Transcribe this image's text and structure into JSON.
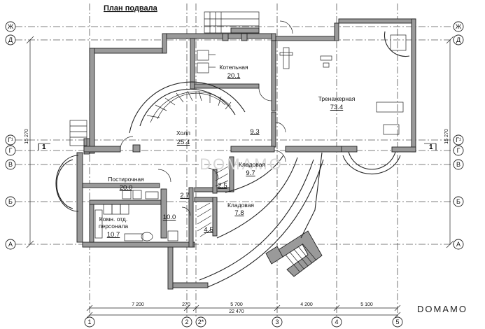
{
  "title": "План подвала",
  "watermark": "DOMAMO",
  "axes_horizontal": [
    {
      "label": "Ж"
    },
    {
      "label": "Д"
    },
    {
      "label": "Г¹"
    },
    {
      "label": "Г"
    },
    {
      "label": "В"
    },
    {
      "label": "Б"
    },
    {
      "label": "А"
    }
  ],
  "axes_vertical": [
    {
      "label": "1"
    },
    {
      "label": "2"
    },
    {
      "label": "2*"
    },
    {
      "label": "3"
    },
    {
      "label": "4"
    },
    {
      "label": "5"
    }
  ],
  "section_mark": "1",
  "side_dimension": "15 270",
  "bottom_dimensions": [
    "7 200",
    "270",
    "5 700",
    "4 200",
    "5 100"
  ],
  "total_dimension": "22 470",
  "rooms": [
    {
      "name": "Котельная",
      "area": "20.1"
    },
    {
      "name": "Тренажерная",
      "area": "73.4"
    },
    {
      "name": "Холл",
      "area": "25.4"
    },
    {
      "name": "",
      "area": "9.3"
    },
    {
      "name": "Кладовая",
      "area": "9.7"
    },
    {
      "name": "Постирочная",
      "area": "20.0"
    },
    {
      "name": "",
      "area": "2.7"
    },
    {
      "name": "",
      "area": "2.5"
    },
    {
      "name": "Кладовая",
      "area": "7.8"
    },
    {
      "name": "",
      "area": "10.0"
    },
    {
      "name": "Комн. отд.",
      "area": ""
    },
    {
      "name": "персонала",
      "area": "10.7"
    },
    {
      "name": "",
      "area": "4.5"
    }
  ]
}
